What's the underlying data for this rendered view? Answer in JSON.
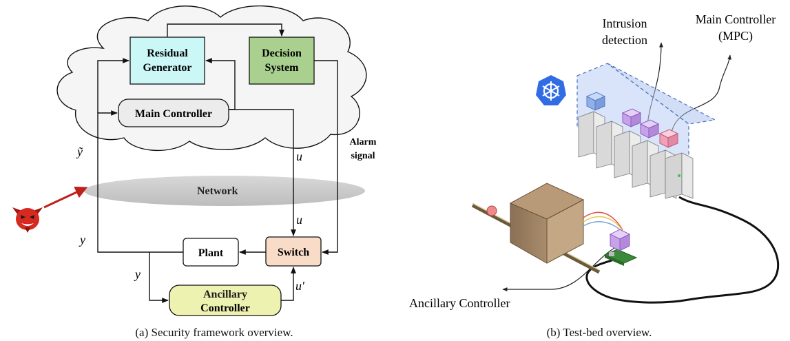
{
  "panel_a": {
    "nodes": {
      "residual_line1": "Residual",
      "residual_line2": "Generator",
      "decision_line1": "Decision",
      "decision_line2": "System",
      "main_controller": "Main Controller",
      "network": "Network",
      "plant": "Plant",
      "switch": "Switch",
      "ancillary_line1": "Ancillary",
      "ancillary_line2": "Controller"
    },
    "signals": {
      "y_tilde": "ỹ",
      "y_left": "y",
      "y_lower": "y",
      "u_top": "u",
      "u_bottom": "u",
      "u_prime": "u′",
      "alarm_line1": "Alarm",
      "alarm_line2": "signal"
    },
    "caption": "(a) Security framework overview."
  },
  "panel_b": {
    "labels": {
      "intrusion_line1": "Intrusion",
      "intrusion_line2": "detection",
      "main_line1": "Main Controller",
      "main_line2": "(MPC)",
      "ancillary": "Ancillary Controller"
    },
    "caption": "(b) Test-bed overview."
  },
  "colors": {
    "residual_fill": "#ccf7f7",
    "decision_fill": "#a9d08e",
    "main_controller_fill": "#ececec",
    "network_fill": "#cccccc",
    "switch_fill": "#f8dcc8",
    "ancillary_fill": "#eef2b0",
    "attack_arrow": "#c0201a",
    "kubernetes": "#326ce5",
    "container_purple": "#c8a2e8",
    "container_pink": "#f0a0b8",
    "container_blue": "#90b0e8"
  }
}
